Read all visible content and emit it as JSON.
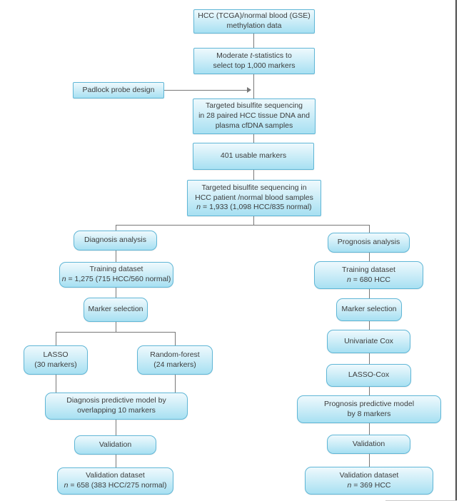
{
  "colors": {
    "box_fill_top": "#eef9fd",
    "box_fill_bottom": "#a7e0f2",
    "box_border": "#5fb6d6",
    "line": "#787878",
    "text": "#3d3d3d",
    "frame": "#4d4d4d"
  },
  "nodes": {
    "hcc_data": {
      "line1": "HCC (TCGA)/normal blood (GSE)",
      "line2": "methylation data"
    },
    "moderate": {
      "pre": "Moderate ",
      "t": "t",
      "post": "-statistics to",
      "line2": "select top 1,000 markers"
    },
    "padlock": {
      "label": "Padlock probe design"
    },
    "targeted_paired": {
      "line1": "Targeted bisulfite sequencing",
      "line2": "in 28 paired HCC tissue DNA and",
      "line3": "plasma cfDNA samples"
    },
    "usable": {
      "label": "401 usable markers"
    },
    "targeted_cohort": {
      "line1": "Targeted bisulfite sequencing in",
      "line2": "HCC patient /normal blood samples",
      "n": "n",
      "stats": " = 1,933 (1,098 HCC/835 normal)"
    },
    "diagnosis": {
      "label": "Diagnosis analysis"
    },
    "train_diag": {
      "line1": "Training dataset",
      "n": "n",
      "stats": " = 1,275 (715 HCC/560 normal)"
    },
    "marker_diag": {
      "label": "Marker selection"
    },
    "lasso": {
      "line1": "LASSO",
      "line2": "(30 markers)"
    },
    "random_forest": {
      "line1": "Random-forest",
      "line2": "(24 markers)"
    },
    "diag_model": {
      "line1": "Diagnosis predictive model by",
      "line2": "overlapping 10 markers"
    },
    "validation_diag": {
      "label": "Validation"
    },
    "valid_ds_diag": {
      "line1": "Validation dataset",
      "n": "n",
      "stats": " = 658 (383 HCC/275 normal)"
    },
    "prognosis": {
      "label": "Prognosis analysis"
    },
    "train_prog": {
      "line1": "Training dataset",
      "n": "n",
      "stats": " = 680 HCC"
    },
    "marker_prog": {
      "label": "Marker selection"
    },
    "univariate_cox": {
      "label": "Univariate Cox"
    },
    "lasso_cox": {
      "label": "LASSO-Cox"
    },
    "prog_model": {
      "line1": "Prognosis predictive model",
      "line2": "by 8 markers"
    },
    "validation_prog": {
      "label": "Validation"
    },
    "valid_ds_prog": {
      "line1": "Validation dataset",
      "n": "n",
      "stats": " = 369 HCC"
    }
  }
}
